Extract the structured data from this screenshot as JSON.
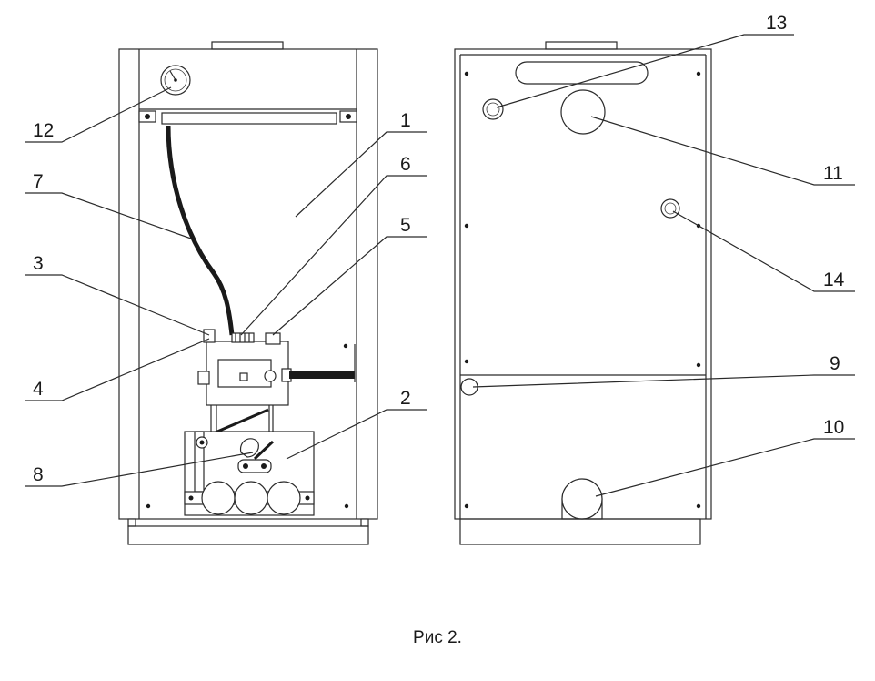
{
  "caption": "Рис 2.",
  "callouts": {
    "c1": "1",
    "c2": "2",
    "c3": "3",
    "c4": "4",
    "c5": "5",
    "c6": "6",
    "c7": "7",
    "c8": "8",
    "c9": "9",
    "c10": "10",
    "c11": "11",
    "c12": "12",
    "c13": "13",
    "c14": "14"
  }
}
